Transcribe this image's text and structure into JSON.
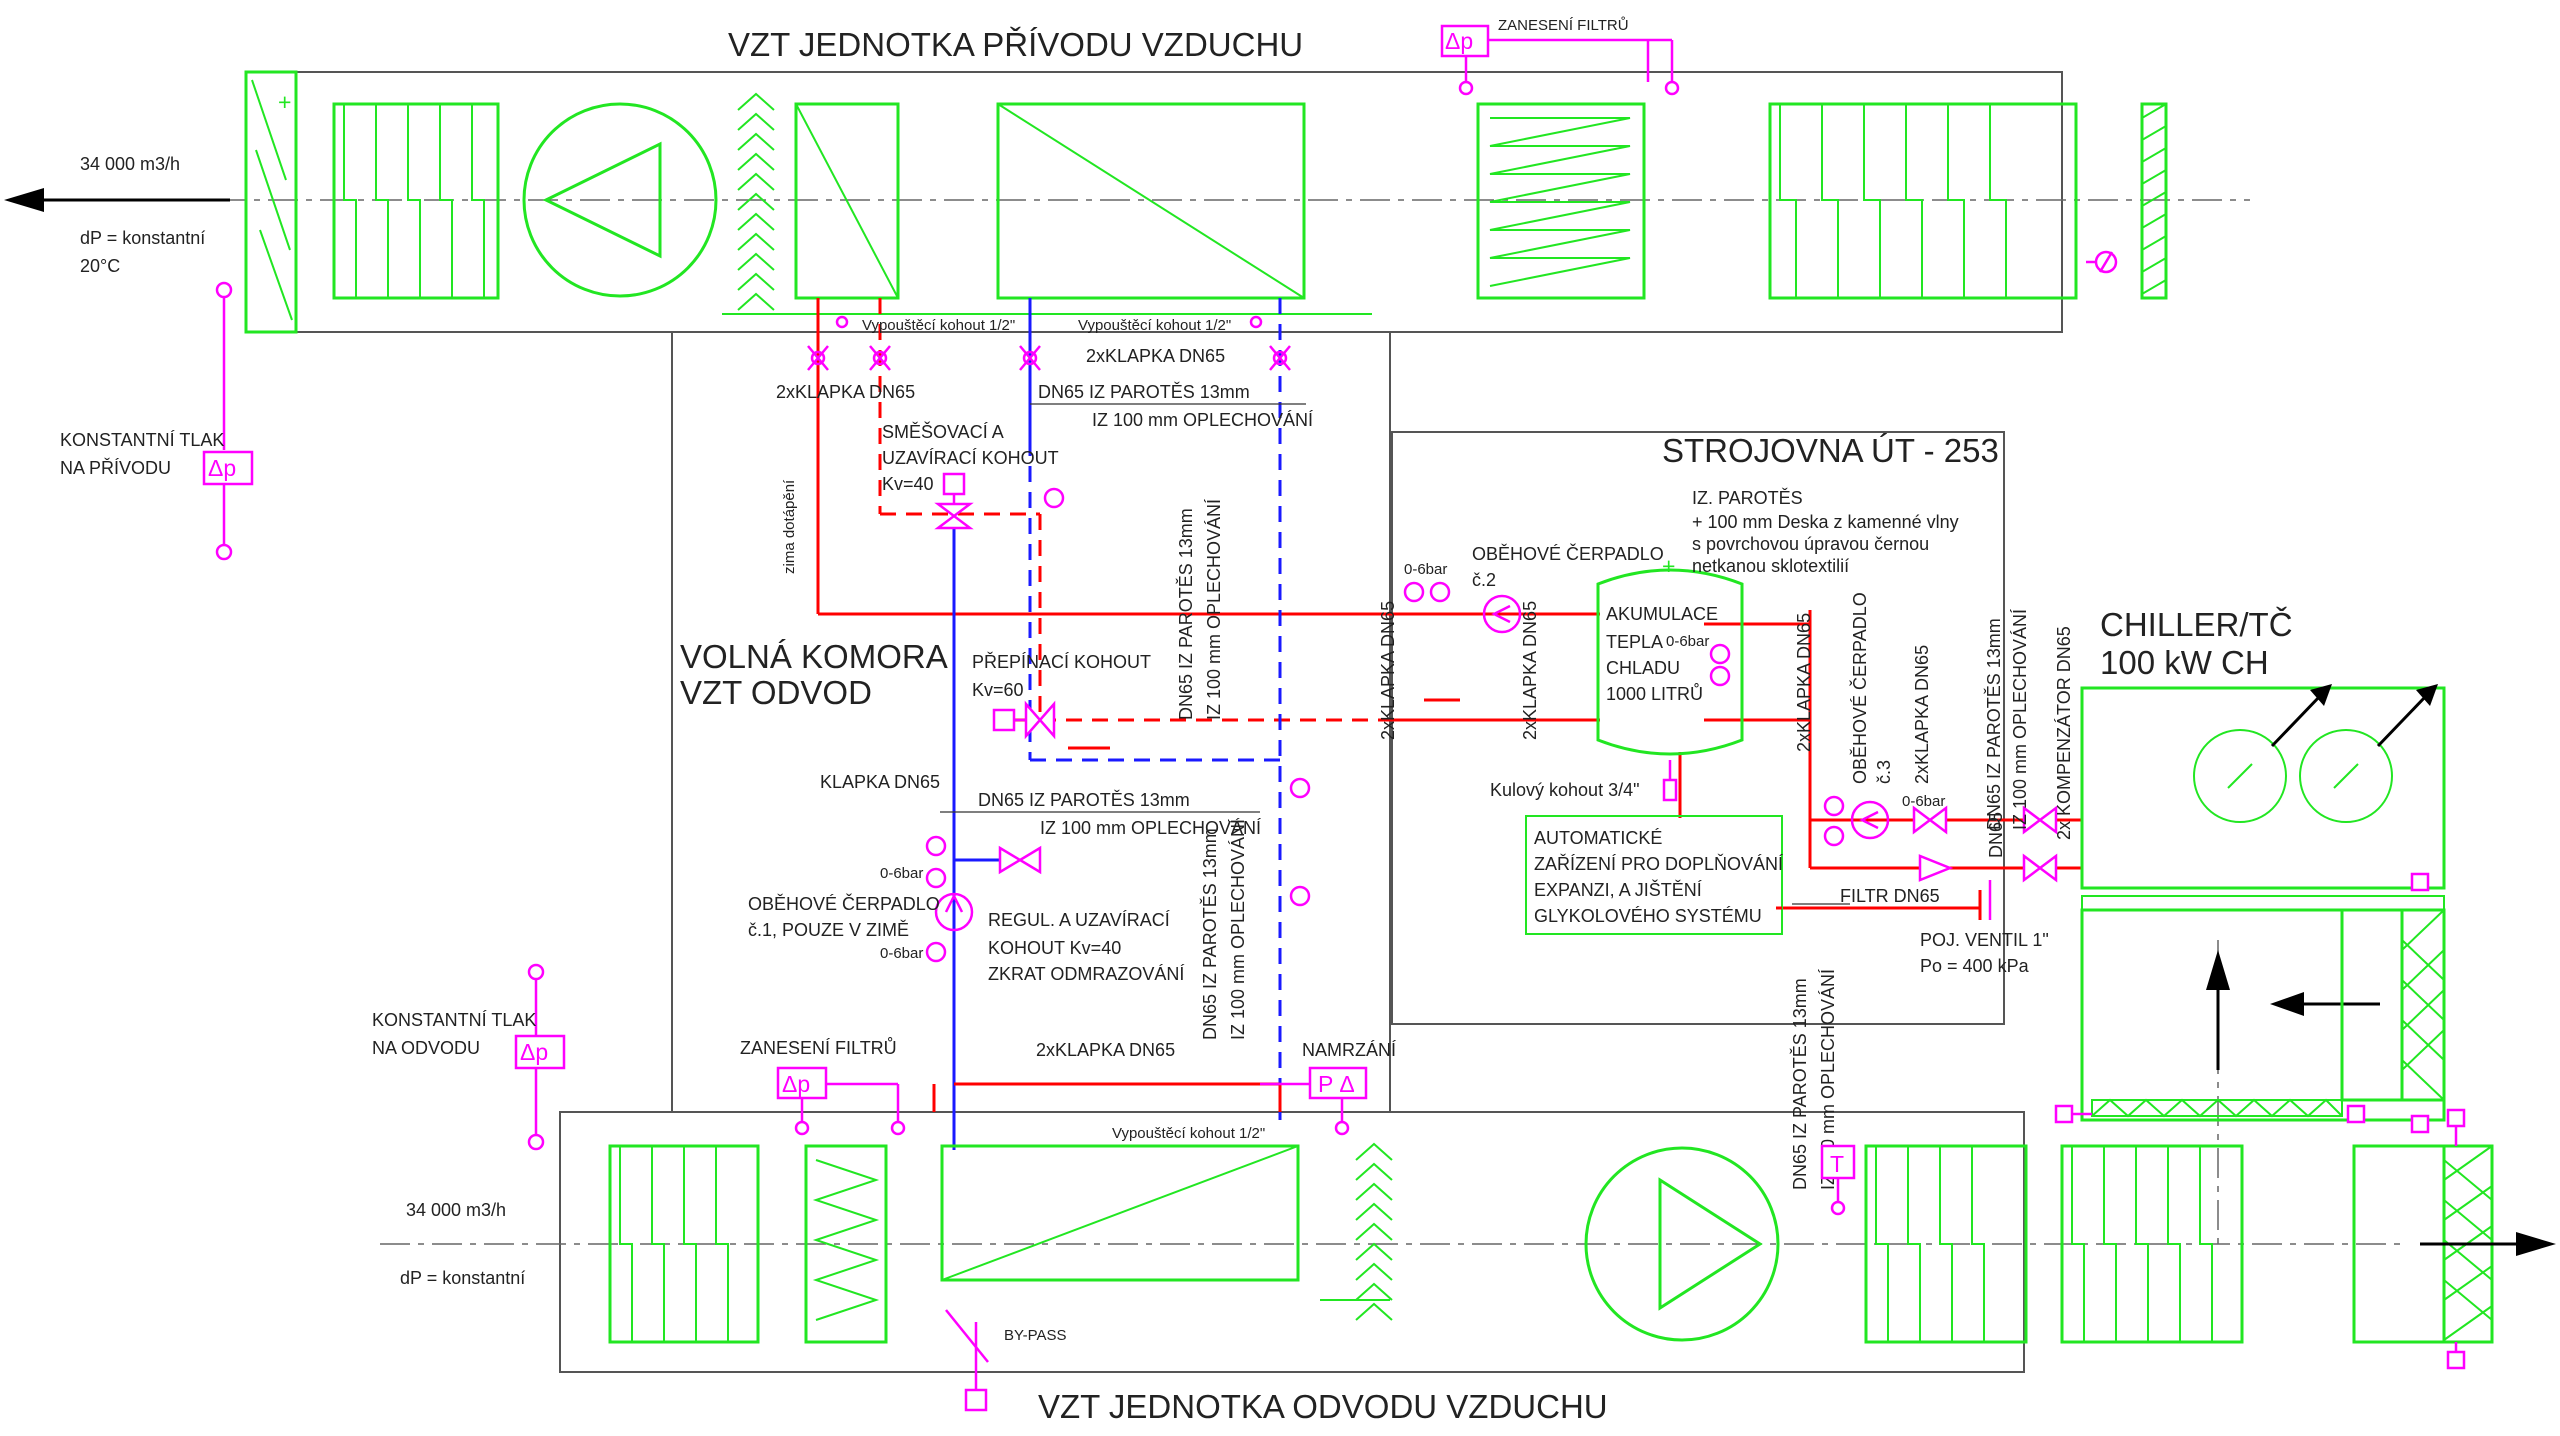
{
  "labels": {
    "supply_unit_title": "VZT JEDNOTKA PŘÍVODU VZDUCHU",
    "exhaust_unit_title": "VZT JEDNOTKA ODVODU VZDUCHU",
    "filter_fouling_supply": "ZANESENÍ FILTRŮ",
    "filter_fouling_exhaust": "ZANESENÍ FILTRŮ",
    "supply_flow": "34 000 m3/h",
    "supply_dp": "dP = konstantní",
    "supply_temp": "20°C",
    "exhaust_flow": "34 000 m3/h",
    "exhaust_dp": "dP = konstantní",
    "const_pressure_supply_1": "KONSTANTNÍ TLAK",
    "const_pressure_supply_2": "NA PŘÍVODU",
    "const_pressure_exhaust_1": "KONSTANTNÍ TLAK",
    "const_pressure_exhaust_2": "NA ODVODU",
    "dp_symbol": "Δp",
    "pump_symbol_text": "P Δ",
    "free_chamber_1": "VOLNÁ KOMORA",
    "free_chamber_2": "VZT ODVOD",
    "machine_room": "STROJOVNA ÚT - 253",
    "chiller_1": "CHILLER/TČ",
    "chiller_2": "100 kW CH",
    "drain_valve_1": "Vypouštěcí kohout 1/2\"",
    "drain_valve_2": "Vypouštěcí kohout 1/2\"",
    "drain_valve_3": "Vypouštěcí kohout 1/2\"",
    "dampers_dn65_a": "2xKLAPKA DN65",
    "dampers_dn65_b": "2xKLAPKA DN65",
    "dampers_dn65_c": "2xKLAPKA DN65",
    "pipe_dn65_iz": "DN65  IZ PAROTĚS 13mm",
    "pipe_iz_100": "IZ 100 mm OPLECHOVÁNÍ",
    "pipe_dn65_iz_2": "DN65  IZ PAROTĚS 13mm",
    "pipe_iz_100_2": "IZ 100 mm OPLECHOVÁNÍ",
    "mixing_valve_1": "SMĚŠOVACÍ A",
    "mixing_valve_2": "UZAVÍRACÍ KOHOUT",
    "mixing_valve_3": "Kv=40",
    "winter_heating": "zima dotápění",
    "switch_valve_1": "PŘEPÍNACÍ KOHOUT",
    "switch_valve_2": "Kv=60",
    "vert_iz_13": "DN65  IZ PAROTĚS 13mm",
    "vert_iz_100": "IZ 100 mm OPLECHOVÁNÍ",
    "damper_dn65": "KLAPKA DN65",
    "pressure_range": "0-6bar",
    "pump1_1": "OBĚHOVÉ ČERPADLO",
    "pump1_2": "č.1, POUZE V ZIMĚ",
    "reg_valve_1": "REGUL. A UZAVÍRACÍ",
    "reg_valve_2": "KOHOUT Kv=40",
    "reg_valve_3": "ZKRAT ODMRAZOVÁNÍ",
    "freezing": "NAMRZÁNÍ",
    "bypass": "BY-PASS",
    "pump2_1": "OBĚHOVÉ ČERPADLO",
    "pump2_2": "č.2",
    "insulation_1": "IZ. PAROTĚS",
    "insulation_2": "+ 100 mm Deska z kamenné vlny",
    "insulation_3": "s povrchovou úpravou černou",
    "insulation_4": "netkanou sklotextilií",
    "tank_1": "AKUMULACE",
    "tank_2": "TEPLA",
    "tank_3": "CHLADU",
    "tank_4": "1000 LITRŮ",
    "ball_valve": "Kulový kohout 3/4\"",
    "auto_1": "AUTOMATICKÉ",
    "auto_2": "ZAŘÍZENÍ PRO DOPLŇOVÁNÍ",
    "auto_3": "EXPANZI, A JIŠTĚNÍ",
    "auto_4": "GLYKOLOVÉHO SYSTÉMU",
    "pump3_1": "OBĚHOVÉ ČERPADLO",
    "pump3_2": "č.3",
    "filter_dn65": "FILTR DN65",
    "safety_valve_1": "POJ. VENTIL 1\"",
    "safety_valve_2": "Po = 400 kPa",
    "compensator": "2x KOMPENZÁTOR DN65",
    "vert_dn65_klapka": "DN65",
    "vert_2xklapka": "2xKLAPKA DN65",
    "temp_symbol": "T"
  },
  "colors": {
    "equipment": "#22e622",
    "control": "#ff00ff",
    "supply_pipe": "#ff0000",
    "return_pipe": "#1a1aff",
    "frame": "#555555"
  }
}
